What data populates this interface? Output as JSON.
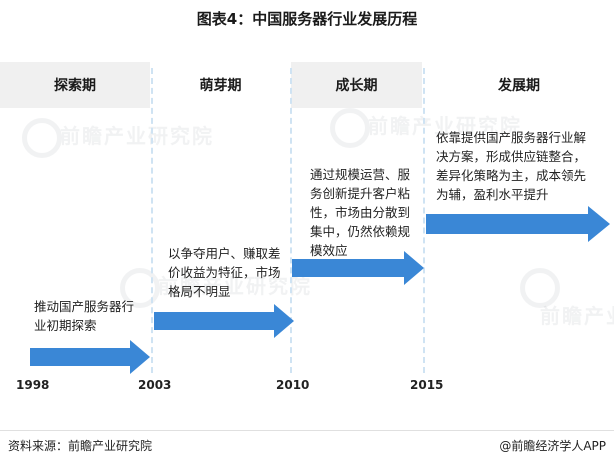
{
  "title": "图表4：中国服务器行业发展历程",
  "stages": [
    {
      "name": "探索期",
      "description": "推动国产服务器行业初期探索"
    },
    {
      "name": "萌芽期",
      "description": "以争夺用户、赚取差价收益为特征，市场格局不明显"
    },
    {
      "name": "成长期",
      "description": "通过规模运营、服务创新提升客户粘性，市场由分散到集中，仍然依赖规模效应"
    },
    {
      "name": "发展期",
      "description": "依靠提供国产服务器行业解决方案，形成供应链整合，差异化策略为主，成本领先为辅，盈利水平提升"
    }
  ],
  "years": [
    "1998",
    "2003",
    "2010",
    "2015"
  ],
  "watermark": "前瞻产业研究院",
  "footer": {
    "source": "资料来源：前瞻产业研究院",
    "brand": "@前瞻经济学人APP"
  },
  "colors": {
    "arrow": "#3a87d6",
    "band": "#f0f0f0",
    "divider": "#cfe3f3"
  }
}
